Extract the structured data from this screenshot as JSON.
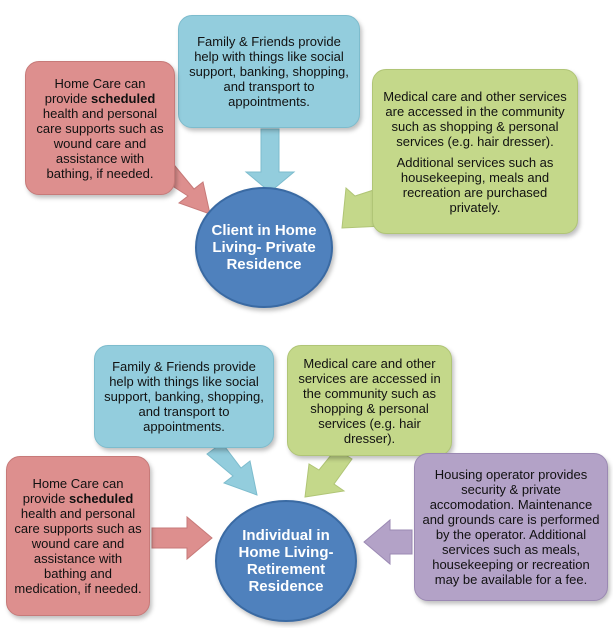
{
  "top": {
    "home_care": {
      "before": "Home Care can provide ",
      "bold": "scheduled",
      "after": " health and personal care supports such as wound care and assistance with bathing, if needed."
    },
    "family": "Family & Friends provide help with things like social support, banking, shopping, and transport  to appointments.",
    "medical": "Medical care and other services are accessed in the community such as shopping & personal services (e.g. hair dresser).",
    "additional": "Additional services such as housekeeping, meals and recreation are purchased privately.",
    "client": "Client  in Home Living- Private Residence"
  },
  "bottom": {
    "family": "Family & Friends provide help with things like social support, banking, shopping, and transport to appointments.",
    "medical": "Medical care and other services are accessed in the community such as shopping & personal services (e.g. hair dresser).",
    "home_care": {
      "before": "Home Care can provide ",
      "bold": "scheduled",
      "after": " health and personal care supports such as wound care and assistance with bathing and medication, if needed."
    },
    "housing": "Housing operator provides security & private accomodation. Maintenance and grounds care is performed by the operator. Additional services such as meals, housekeeping or recreation may be available for a fee.",
    "client": "Individual in Home Living- Retirement Residence"
  },
  "colors": {
    "red": "#dd8f8e",
    "blue": "#93cddd",
    "green": "#c4d88a",
    "purple": "#b3a2c7",
    "circle": "#4f81bd"
  }
}
